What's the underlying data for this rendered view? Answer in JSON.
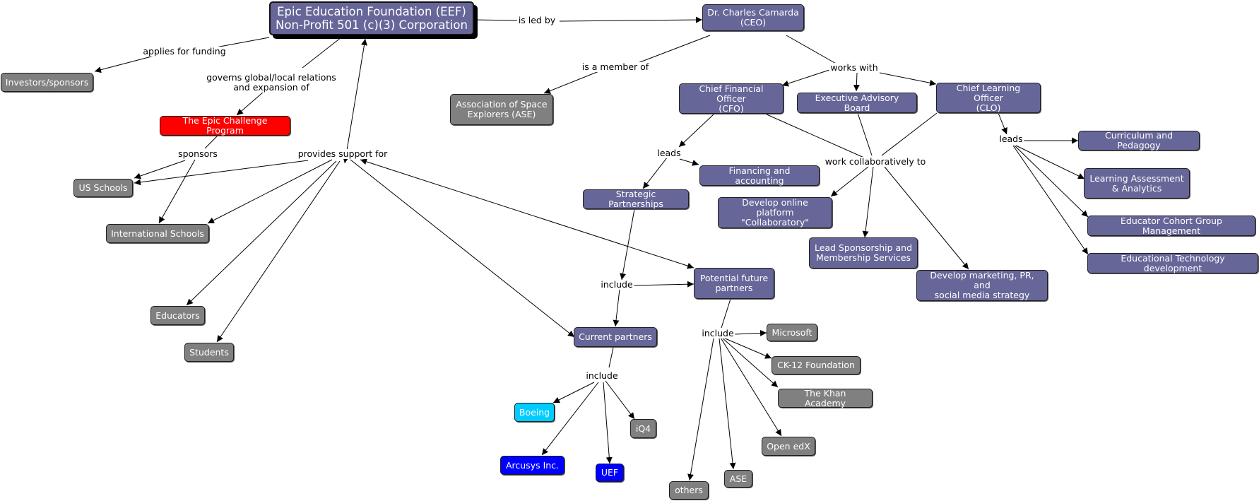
{
  "nodes": {
    "eef": "Epic Education Foundation (EEF)\nNon-Profit 501 (c)(3) Corporation",
    "ceo": "Dr. Charles Camarda\n(CEO)",
    "investors": "Investors/sponsors",
    "ase_assoc": "Association of Space\nExplorers (ASE)",
    "cfo": "Chief Financial Officer\n(CFO)",
    "advisory": "Executive Advisory Board",
    "clo": "Chief Learning Officer\n(CLO)",
    "epic_challenge": "The Epic Challenge Program",
    "us_schools": "US Schools",
    "intl_schools": "International Schools",
    "educators": "Educators",
    "students": "Students",
    "financing": "Financing and accounting",
    "strategic": "Strategic Partnerships",
    "online_platform": "Develop online platform\n\"Collaboratory\"",
    "lead_sponsorship": "Lead Sponsorship and\nMembership Services",
    "marketing": "Develop marketing, PR, and\nsocial media strategy",
    "curriculum": "Curriculum and Pedagogy",
    "assessment": "Learning Assessment\n& Analytics",
    "cohort": "Educator Cohort Group Management",
    "edtech": "Educational Technology development",
    "potential": "Potential future\npartners",
    "current": "Current partners",
    "microsoft": "Microsoft",
    "ck12": "CK-12 Foundation",
    "khan": "The Khan Academy",
    "openedx": "Open edX",
    "ase": "ASE",
    "others": "others",
    "boeing": "Boeing",
    "iq4": "iQ4",
    "arcusys": "Arcusys Inc.",
    "uef": "UEF"
  },
  "labels": {
    "is_led_by": "is led by",
    "applies_for_funding": "applies for funding",
    "governs": "governs global/local relations\nand expansion of",
    "is_member_of": "is a member of",
    "works_with": "works with",
    "sponsors": "sponsors",
    "provides_support": "provides support  for",
    "leads_cfo": "leads",
    "work_collab": "work collaboratively to",
    "leads_clo": "leads",
    "include_strategic": "include",
    "include_potential": "include",
    "include_current": "include"
  },
  "colors": {
    "purple": "#666699",
    "gray": "#808080",
    "red": "#ff0000",
    "cyan": "#00ccff",
    "blue": "#0000ff"
  }
}
